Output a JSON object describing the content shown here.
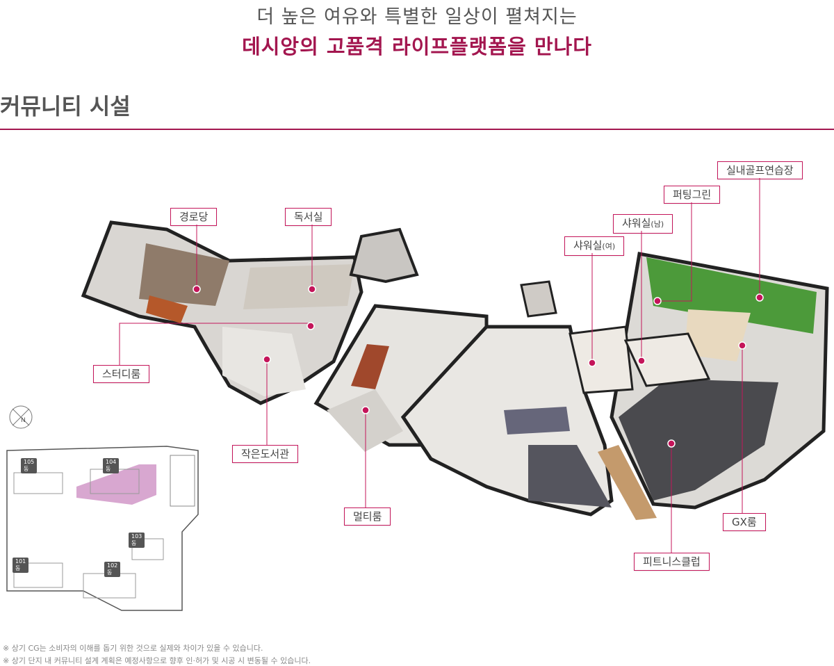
{
  "headline": {
    "line1": "더 높은 여유와 특별한 일상이 펼쳐지는",
    "line2": "데시앙의 고품격 라이프플랫폼을 만나다"
  },
  "section": {
    "title": "커뮤니티 시설"
  },
  "facilities": {
    "senior": "경로당",
    "reading": "독서실",
    "study": "스터디룸",
    "library": "작은도서관",
    "multi": "멀티룸",
    "shower_f": "샤워실",
    "shower_f_note": "(여)",
    "shower_m": "샤워실",
    "shower_m_note": "(남)",
    "putting": "퍼팅그린",
    "golf": "실내골프연습장",
    "gx": "GX룸",
    "fitness": "피트니스클럽"
  },
  "keymap": {
    "compass": "N",
    "buildings": [
      "105동",
      "104동",
      "103동",
      "101동",
      "102동"
    ]
  },
  "notes": [
    "※ 상기 CG는 소비자의 이해를 돕기 위한 것으로 실제와 차이가 있을 수 있습니다.",
    "※ 상기 단지 내 커뮤니티 설계 계획은 예정사항으로 향후 인·허가 및 시공 시 변동될 수 있습니다."
  ],
  "colors": {
    "accent": "#a3164f",
    "golf_turf": "#4c9a3a",
    "floor_dark": "#4a4a4a"
  }
}
